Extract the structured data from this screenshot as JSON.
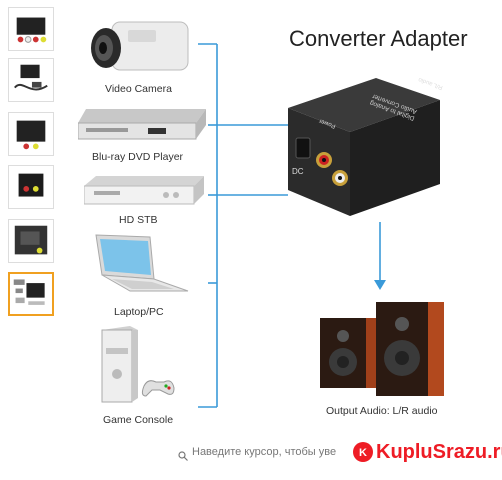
{
  "title": "Converter Adapter",
  "devices": [
    {
      "label": "Video Camera",
      "icon": "video-camera-icon"
    },
    {
      "label": "Blu-ray DVD Player",
      "icon": "dvd-player-icon"
    },
    {
      "label": "HD STB",
      "icon": "set-top-box-icon"
    },
    {
      "label": "Laptop/PC",
      "icon": "laptop-icon"
    },
    {
      "label": "Game Console",
      "icon": "game-console-icon"
    }
  ],
  "adapter": {
    "top_label": "Digital to Analog\nAudio Converter",
    "side_label_1": "Power",
    "side_label_2": "R/L audio",
    "jack_label": "DC"
  },
  "output_label": "Output Audio:  L/R audio",
  "hover_hint": "Наведите курсор, чтобы уве",
  "watermark": "KupluSrazu.ru",
  "colors": {
    "connector": "#3a9ad9",
    "watermark": "#ee1c25",
    "active_thumb_border": "#f0a020"
  }
}
